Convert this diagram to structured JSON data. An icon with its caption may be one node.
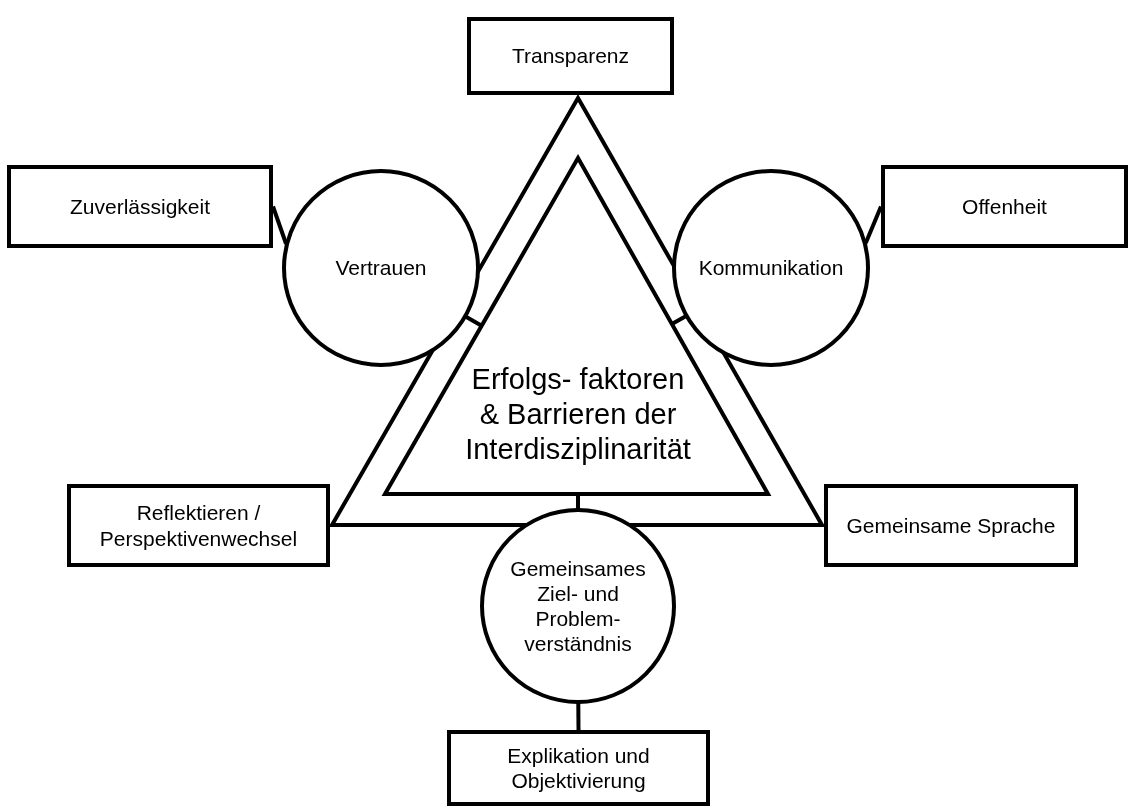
{
  "diagram": {
    "nodes": [
      {
        "text": [
          "Transparenz"
        ]
      },
      {
        "text": [
          "Zuverlässigkeit"
        ]
      },
      {
        "text": [
          "Offenheit"
        ]
      },
      {
        "text": [],
        "shape": "triangle"
      },
      {
        "text": [
          "Vertrauen"
        ]
      },
      {
        "text": [
          "Kommunikation"
        ]
      },
      {
        "text": [
          "Erfolgs- faktoren & Barrieren der Interdisziplinarität"
        ],
        "in": 3
      },
      {
        "text": [
          "Reflektieren / Perspektivenwechsel"
        ]
      },
      {
        "text": [
          "Gemeinsame Sprache"
        ]
      },
      {
        "text": [
          "Gemeinsames Ziel- und Problem- verständnis"
        ]
      },
      {
        "text": [
          "Explikation und Objektivierung"
        ]
      }
    ],
    "edges": [
      {
        "from": 1,
        "to": 4,
        "arrow": "none"
      },
      {
        "from": 2,
        "to": 5,
        "arrow": "none"
      },
      {
        "from": 4,
        "to": 6,
        "arrow": "none"
      },
      {
        "from": 5,
        "to": 6,
        "arrow": "none"
      },
      {
        "from": 9,
        "to": 6,
        "arrow": "none"
      },
      {
        "from": 9,
        "to": 10,
        "arrow": "none"
      }
    ]
  }
}
